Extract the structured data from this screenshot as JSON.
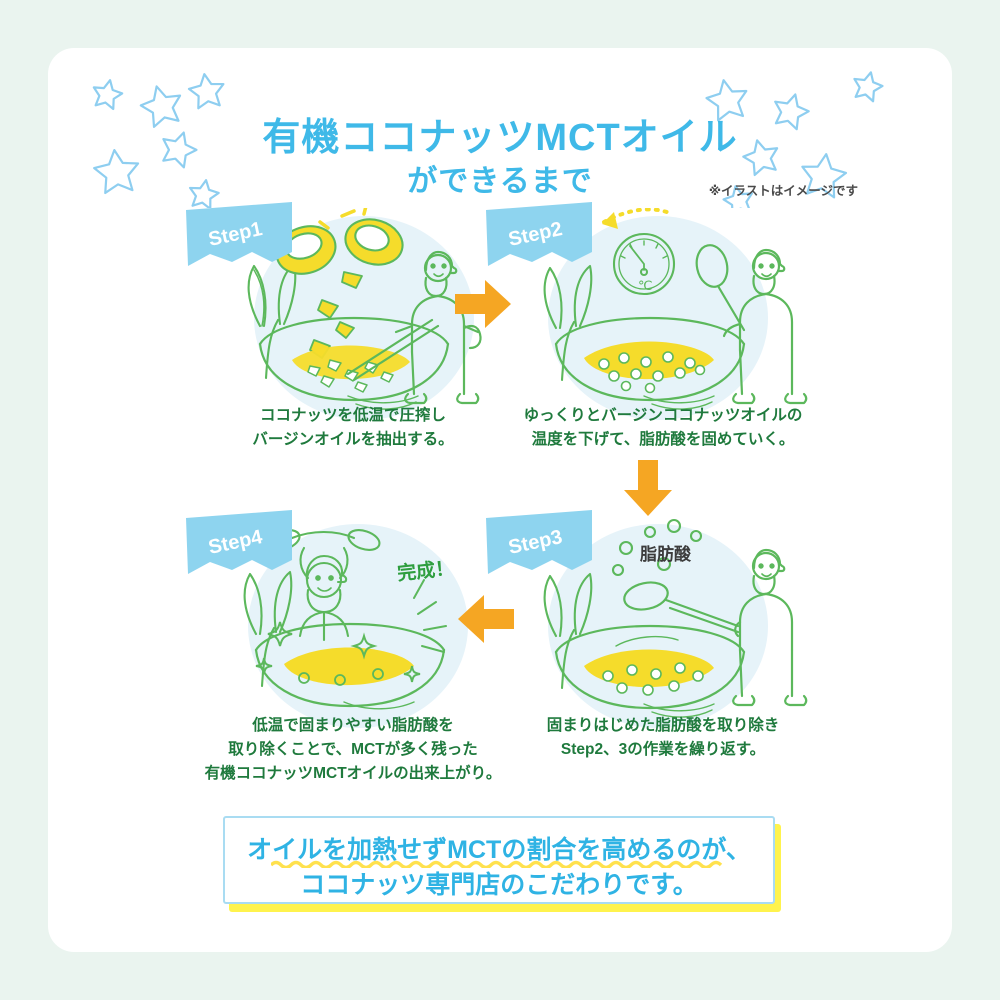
{
  "colors": {
    "page_background": "#eaf4ef",
    "card": "#ffffff",
    "title_blue": "#3fb9e8",
    "caption_green": "#1f7a3d",
    "line_art_green": "#5cb85c",
    "oil_yellow": "#f5dc2b",
    "arrow_orange": "#f5a623",
    "banner_blue": "#8ed4ef",
    "star_blue": "#8ecef0",
    "callout_shadow_yellow": "#fff34d",
    "callout_border": "#a9dcf2"
  },
  "header": {
    "title_main": "有機ココナッツMCTオイル",
    "title_sub": "ができるまで",
    "note": "※イラストはイメージです"
  },
  "steps": [
    {
      "badge": "Step1",
      "caption_lines": [
        "ココナッツを低温で圧搾し",
        "バージンオイルを抽出する。"
      ],
      "art": {
        "name": "coconut-pressing-illustration",
        "elements": [
          "coconut-halves",
          "mixing-bowl",
          "worker-with-pole",
          "yellow-coconut-chunks",
          "leaf"
        ]
      }
    },
    {
      "badge": "Step2",
      "caption_lines": [
        "ゆっくりとバージンココナッツオイルの",
        "温度を下げて、脂肪酸を固めていく。"
      ],
      "art": {
        "name": "cooling-oil-illustration",
        "elements": [
          "thermometer-gauge",
          "mixing-bowl",
          "worker-with-ladle",
          "yellow-oil",
          "solidifying-bubbles",
          "leaf"
        ],
        "thermometer_label": "℃"
      }
    },
    {
      "badge": "Step3",
      "caption_lines": [
        "固まりはじめた脂肪酸を取り除き",
        "Step2、3の作業を繰り返す。"
      ],
      "art": {
        "name": "skimming-fatty-acid-illustration",
        "elements": [
          "worker-with-ladle",
          "mixing-bowl",
          "yellow-oil",
          "rising-bubbles",
          "leaf"
        ],
        "annotation": "脂肪酸"
      }
    },
    {
      "badge": "Step4",
      "caption_lines": [
        "低温で固まりやすい脂肪酸を",
        "取り除くことで、MCTが多く残った",
        "有機ココナッツMCTオイルの出来上がり。"
      ],
      "art": {
        "name": "finished-oil-illustration",
        "elements": [
          "cheering-worker",
          "mixing-bowl",
          "yellow-oil",
          "sparkles",
          "leaf"
        ],
        "annotation": "完成！"
      }
    }
  ],
  "arrows": [
    {
      "name": "arrow-step1-to-step2",
      "direction": "right"
    },
    {
      "name": "arrow-step2-to-step3",
      "direction": "down"
    },
    {
      "name": "arrow-step3-to-step4",
      "direction": "left"
    }
  ],
  "callout": {
    "line1": "オイルを加熱せずMCTの割合を高めるのが、",
    "line2": "ココナッツ専門店のこだわりです。"
  }
}
